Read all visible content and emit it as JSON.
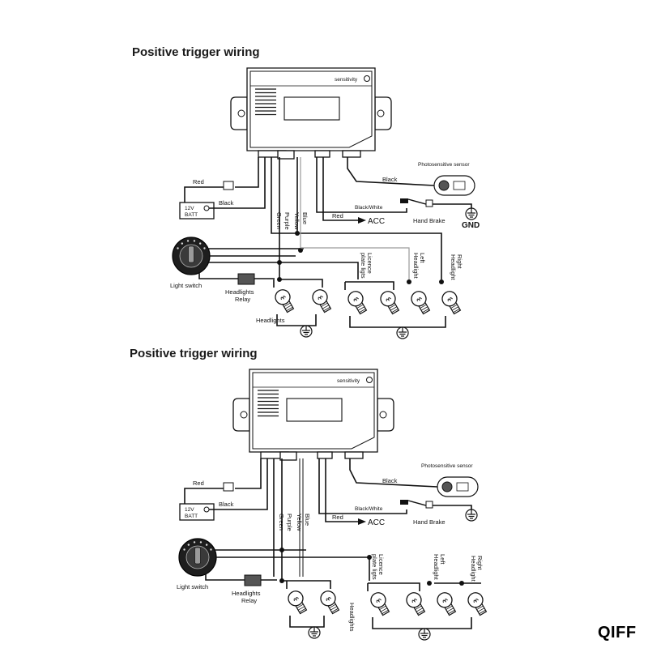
{
  "diagrams": [
    {
      "title": "Positive trigger wiring",
      "module": {
        "label": "sensitivity"
      },
      "wires": {
        "red": "Red",
        "black": "Black",
        "green": "Green",
        "purple": "Purple",
        "yellow": "Yellow",
        "blue": "Blue",
        "black_sensor": "Black",
        "black_white": "Black/White",
        "red_acc": "Red"
      },
      "components": {
        "batt": "BATT",
        "batt_12v": "12V",
        "acc": "ACC",
        "photosensitive_sensor": "Photosensitive sensor",
        "hand_brake": "Hand Brake",
        "gnd": "GND",
        "light_switch": "Light switch",
        "headlights_relay": [
          "Headlights",
          "Relay"
        ],
        "headlights": "Headlights",
        "licence_plate_lights": [
          "Licence",
          "plate ligts"
        ],
        "left_headlight": [
          "Left",
          "Headlight"
        ],
        "right_headlight": [
          "Right",
          "Headlight"
        ]
      }
    },
    {
      "title": "Positive trigger wiring",
      "module": {
        "label": "sensitivity"
      },
      "wires": {
        "red": "Red",
        "black": "Black",
        "green": "Green",
        "purple": "Purple",
        "yellow": "Yellow",
        "blue": "Blue",
        "black_sensor": "Black",
        "black_white": "Black/White",
        "red_acc": "Red"
      },
      "components": {
        "batt": "BATT",
        "batt_12v": "12V",
        "acc": "ACC",
        "photosensitive_sensor": "Photosensitive sensor",
        "hand_brake": "Hand Brake",
        "light_switch": "Light switch",
        "headlights_relay": [
          "Headlights",
          "Relay"
        ],
        "headlights": "Headlights",
        "licence_plate_lights": [
          "Licence",
          "plate ligts"
        ],
        "left_headlight": [
          "Left",
          "Headlight"
        ],
        "right_headlight": [
          "Right",
          "Headlight"
        ]
      }
    }
  ],
  "watermark": "QIFF",
  "colors": {
    "ink": "#111111",
    "grey_wire": "#9a9a9a",
    "background": "#ffffff"
  }
}
